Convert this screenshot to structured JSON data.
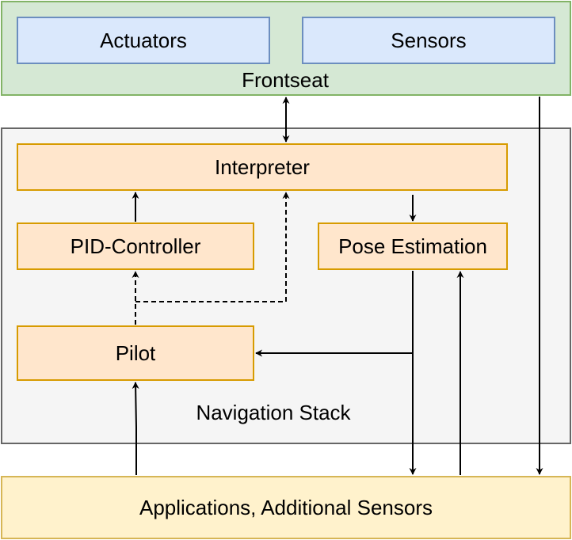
{
  "frontseat": {
    "label": "Frontseat",
    "actuators": "Actuators",
    "sensors": "Sensors",
    "fill": "#d5e8d4",
    "stroke": "#82b366"
  },
  "navigation_stack": {
    "label": "Navigation Stack",
    "interpreter": "Interpreter",
    "pid_controller": "PID-Controller",
    "pose_estimation": "Pose Estimation",
    "pilot": "Pilot",
    "fill": "#f5f5f5",
    "stroke": "#666666"
  },
  "applications": {
    "label": "Applications, Additional Sensors",
    "fill": "#fff2cc",
    "stroke": "#d6b656"
  },
  "connections": [
    {
      "from": "Frontseat",
      "to": "Interpreter",
      "style": "solid",
      "bidirectional": true
    },
    {
      "from": "PID-Controller",
      "to": "Interpreter",
      "style": "solid"
    },
    {
      "from": "Interpreter",
      "to": "Pose Estimation",
      "style": "solid"
    },
    {
      "from": "Pilot",
      "to": "PID-Controller",
      "style": "dashed"
    },
    {
      "from": "Pilot",
      "to": "Interpreter",
      "style": "dashed"
    },
    {
      "from": "Pose Estimation",
      "to": "Pilot",
      "style": "solid"
    },
    {
      "from": "Pose Estimation",
      "to": "Applications, Additional Sensors",
      "style": "solid"
    },
    {
      "from": "Applications, Additional Sensors",
      "to": "Pose Estimation",
      "style": "solid"
    },
    {
      "from": "Applications, Additional Sensors",
      "to": "Pilot",
      "style": "solid"
    },
    {
      "from": "Frontseat",
      "to": "Applications, Additional Sensors",
      "style": "solid"
    }
  ]
}
